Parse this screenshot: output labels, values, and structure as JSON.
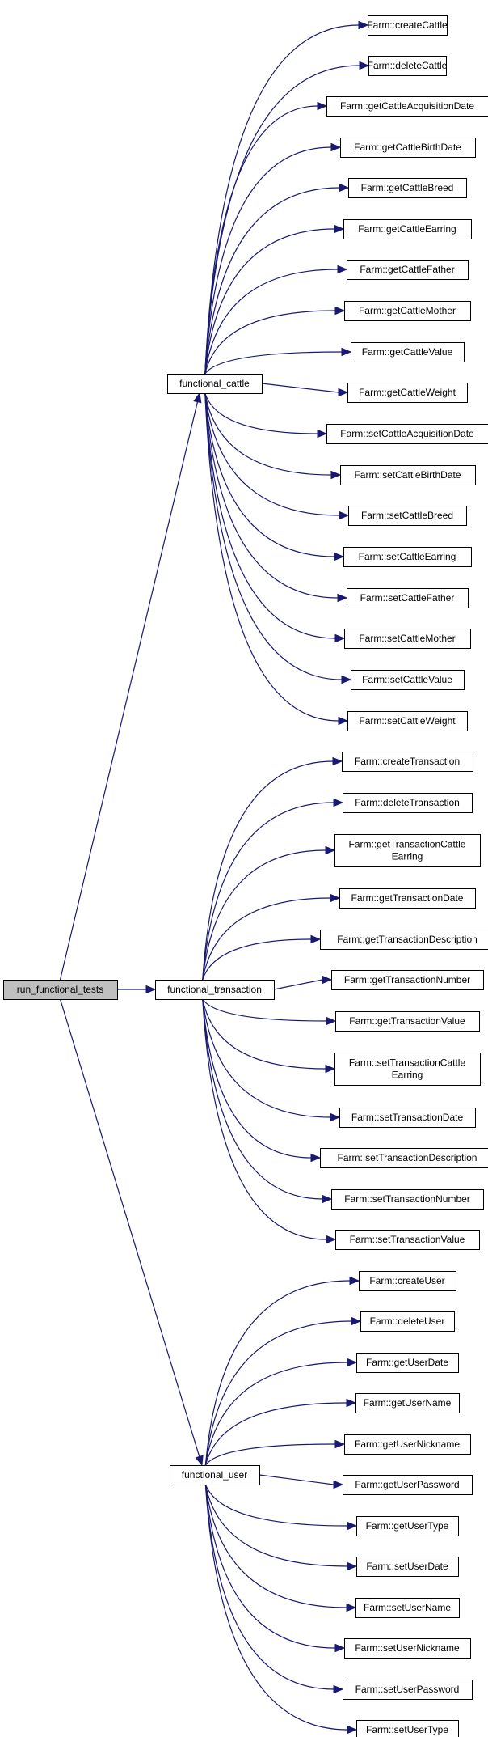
{
  "colors": {
    "edge": "#191970",
    "node_border": "#000000",
    "node_fill": "#ffffff",
    "root_fill": "#bfbfbf"
  },
  "root": {
    "id": "run",
    "label": "run_functional_tests"
  },
  "groups": [
    {
      "id": "cattle",
      "label": "functional_cattle",
      "callees": [
        [
          "Farm::createCattle"
        ],
        [
          "Farm::deleteCattle"
        ],
        [
          "Farm::getCattleAcquisitionDate"
        ],
        [
          "Farm::getCattleBirthDate"
        ],
        [
          "Farm::getCattleBreed"
        ],
        [
          "Farm::getCattleEarring"
        ],
        [
          "Farm::getCattleFather"
        ],
        [
          "Farm::getCattleMother"
        ],
        [
          "Farm::getCattleValue"
        ],
        [
          "Farm::getCattleWeight"
        ],
        [
          "Farm::setCattleAcquisitionDate"
        ],
        [
          "Farm::setCattleBirthDate"
        ],
        [
          "Farm::setCattleBreed"
        ],
        [
          "Farm::setCattleEarring"
        ],
        [
          "Farm::setCattleFather"
        ],
        [
          "Farm::setCattleMother"
        ],
        [
          "Farm::setCattleValue"
        ],
        [
          "Farm::setCattleWeight"
        ]
      ]
    },
    {
      "id": "transaction",
      "label": "functional_transaction",
      "callees": [
        [
          "Farm::createTransaction"
        ],
        [
          "Farm::deleteTransaction"
        ],
        [
          "Farm::getTransactionCattle",
          "Earring"
        ],
        [
          "Farm::getTransactionDate"
        ],
        [
          "Farm::getTransactionDescription"
        ],
        [
          "Farm::getTransactionNumber"
        ],
        [
          "Farm::getTransactionValue"
        ],
        [
          "Farm::setTransactionCattle",
          "Earring"
        ],
        [
          "Farm::setTransactionDate"
        ],
        [
          "Farm::setTransactionDescription"
        ],
        [
          "Farm::setTransactionNumber"
        ],
        [
          "Farm::setTransactionValue"
        ]
      ]
    },
    {
      "id": "user",
      "label": "functional_user",
      "callees": [
        [
          "Farm::createUser"
        ],
        [
          "Farm::deleteUser"
        ],
        [
          "Farm::getUserDate"
        ],
        [
          "Farm::getUserName"
        ],
        [
          "Farm::getUserNickname"
        ],
        [
          "Farm::getUserPassword"
        ],
        [
          "Farm::getUserType"
        ],
        [
          "Farm::setUserDate"
        ],
        [
          "Farm::setUserName"
        ],
        [
          "Farm::setUserNickname"
        ],
        [
          "Farm::setUserPassword"
        ],
        [
          "Farm::setUserType"
        ]
      ]
    }
  ]
}
